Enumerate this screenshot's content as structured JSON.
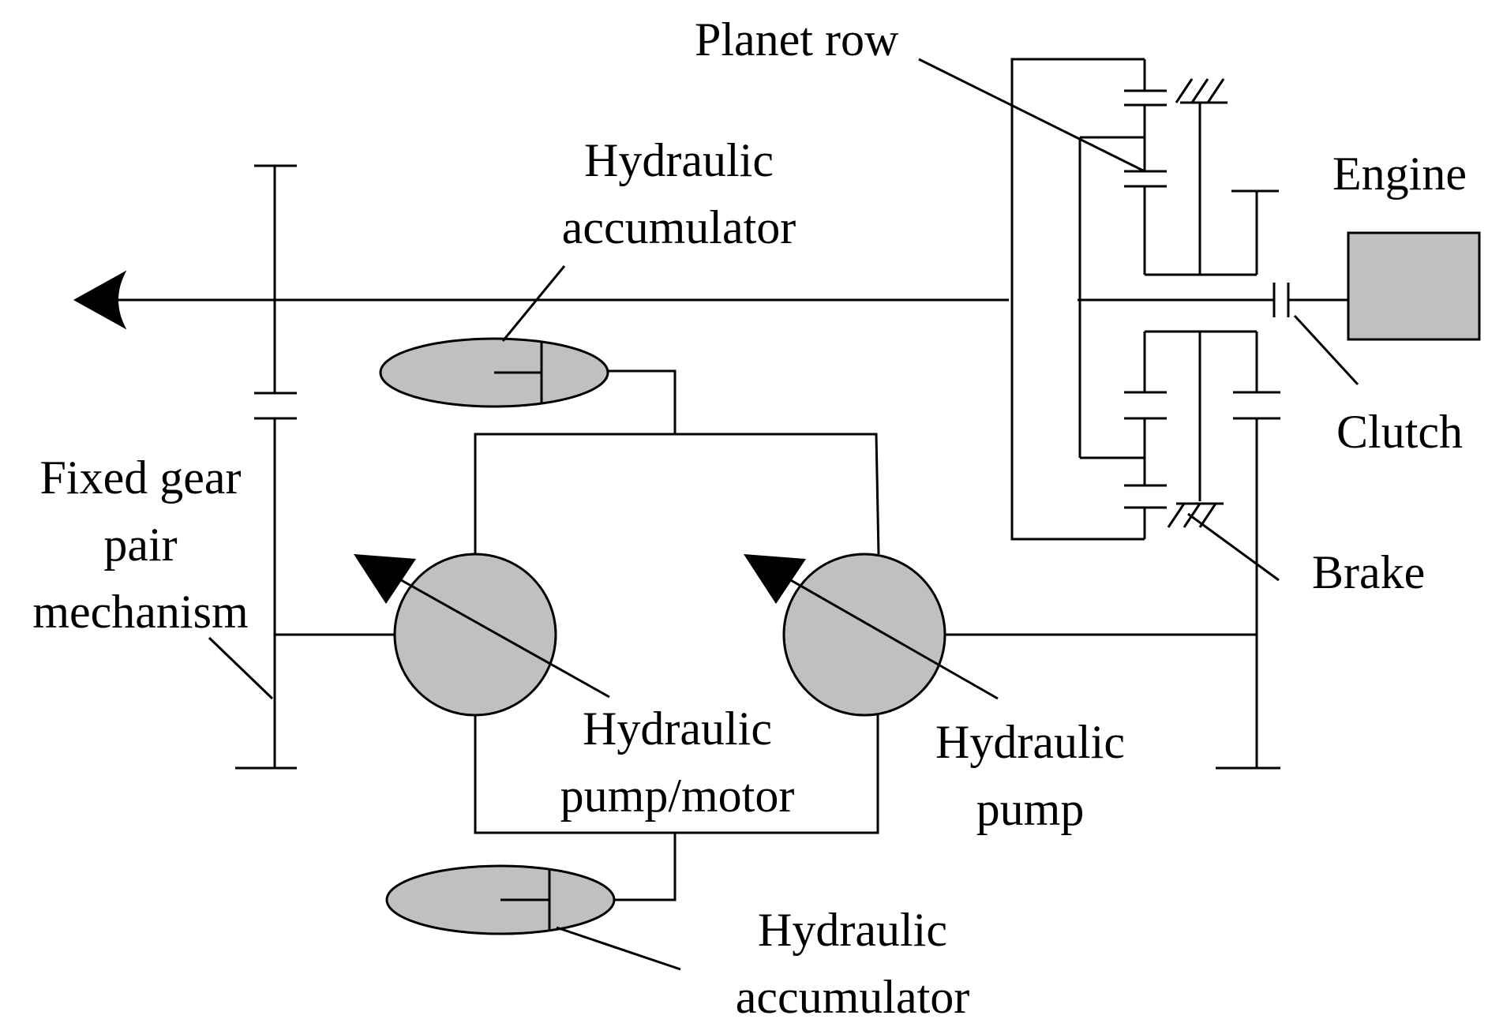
{
  "diagram": {
    "colors": {
      "line": "#000000",
      "component_fill": "#c0c0c0",
      "background": "#ffffff"
    },
    "labels": {
      "planet_row": "Planet row",
      "engine": "Engine",
      "clutch": "Clutch",
      "brake": "Brake",
      "accumulator_top": [
        "Hydraulic",
        "accumulator"
      ],
      "accumulator_bottom": [
        "Hydraulic",
        "accumulator"
      ],
      "fixed_gear": [
        "Fixed gear",
        "pair",
        "mechanism"
      ],
      "pump_motor": [
        "Hydraulic",
        "pump/motor"
      ],
      "pump": [
        "Hydraulic",
        "pump"
      ]
    }
  }
}
